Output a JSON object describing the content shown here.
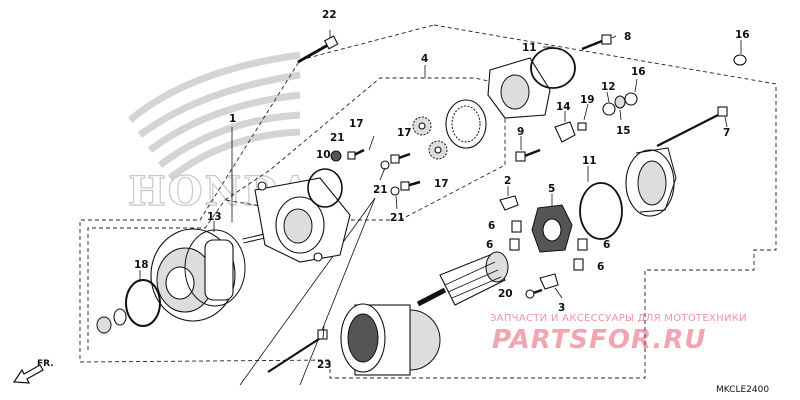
{
  "diagram": {
    "part_numbers": [
      "1",
      "2",
      "3",
      "4",
      "5",
      "6",
      "7",
      "8",
      "9",
      "10",
      "11",
      "12",
      "13",
      "14",
      "15",
      "16",
      "17",
      "18",
      "19",
      "20",
      "21",
      "22",
      "23"
    ],
    "callouts": {
      "n22": "22",
      "n1": "1",
      "n4": "4",
      "n13": "13",
      "n18": "18",
      "n10": "10",
      "n21a": "21",
      "n17a": "17",
      "n17b": "17",
      "n21b": "21",
      "n17c": "17",
      "n21c": "21",
      "n11a": "11",
      "n8": "8",
      "n16a": "16",
      "n16b": "16",
      "n12": "12",
      "n19": "19",
      "n14": "14",
      "n9": "9",
      "n15": "15",
      "n7": "7",
      "n11b": "11",
      "n2": "2",
      "n5": "5",
      "n6a": "6",
      "n6b": "6",
      "n6c": "6",
      "n6d": "6",
      "n20": "20",
      "n3": "3",
      "n23": "23"
    },
    "front_label": "FR.",
    "diagram_code": "MKCLE2400",
    "background_brand": "HONDA"
  },
  "watermark": {
    "tagline": "ЗАПЧАСТИ И АКСЕССУАРЫ ДЛЯ МОТОТЕХНИКИ",
    "logo": "PARTSFOR.RU",
    "color": "#e23a55"
  },
  "icons": {
    "front_arrow": "arrow-left-down-icon"
  }
}
